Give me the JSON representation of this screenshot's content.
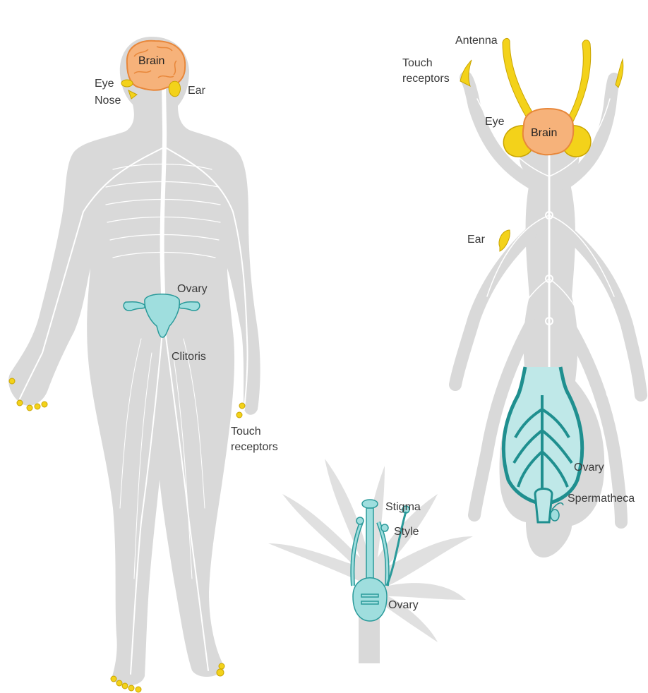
{
  "colors": {
    "body_gray": "#d9d9d9",
    "nerve_white": "#ffffff",
    "brain_orange": "#f6b27a",
    "brain_outline": "#e8873a",
    "sense_yellow": "#f3d21a",
    "sense_outline": "#c9a400",
    "repro_teal": "#7ecfcf",
    "repro_outline": "#2a9a9a",
    "label_text": "#3a3a3a"
  },
  "human": {
    "brain": "Brain",
    "eye": "Eye",
    "nose": "Nose",
    "ear": "Ear",
    "ovary": "Ovary",
    "clitoris": "Clitoris",
    "touch_line1": "Touch",
    "touch_line2": "receptors"
  },
  "insect": {
    "antenna": "Antenna",
    "touch_line1": "Touch",
    "touch_line2": "receptors",
    "eye": "Eye",
    "brain": "Brain",
    "ear": "Ear",
    "ovary": "Ovary",
    "spermatheca": "Spermatheca"
  },
  "flower": {
    "stigma": "Stigma",
    "style": "Style",
    "ovary": "Ovary"
  },
  "icons": [
    "human-figure",
    "insect-figure",
    "flower-figure",
    "brain-icon",
    "ear-icon",
    "eye-icon",
    "ovary-icon"
  ]
}
